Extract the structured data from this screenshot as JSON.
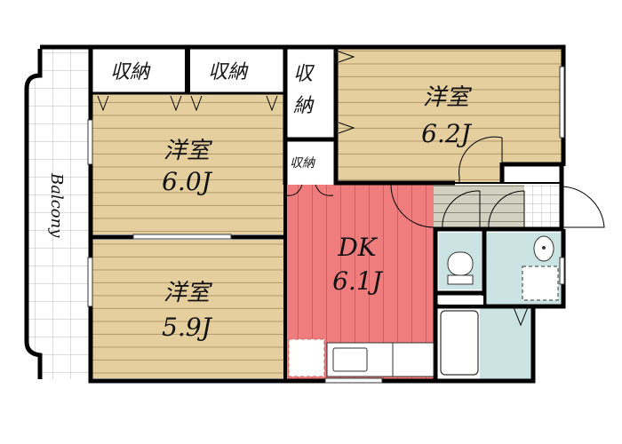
{
  "floorplan": {
    "colors": {
      "wall": "#000000",
      "bedroom_floor": "#e6cf9f",
      "bedroom_lines": "#b89d70",
      "dk_floor": "#f07d7d",
      "dk_lines": "#c96464",
      "entrance_floor": "#d2d0c0",
      "wet_area": "#cce3e4",
      "balcony_grid": "#bbbbbb"
    },
    "balcony": {
      "label": "Balcony"
    },
    "storage": [
      {
        "label": "収納"
      },
      {
        "label": "収納"
      },
      {
        "label": "収納"
      },
      {
        "label": "収納"
      }
    ],
    "rooms": [
      {
        "type": "洋室",
        "size": "6.0J"
      },
      {
        "type": "洋室",
        "size": "5.9J"
      },
      {
        "type": "洋室",
        "size": "6.2J"
      },
      {
        "type": "DK",
        "size": "6.1J"
      }
    ]
  }
}
